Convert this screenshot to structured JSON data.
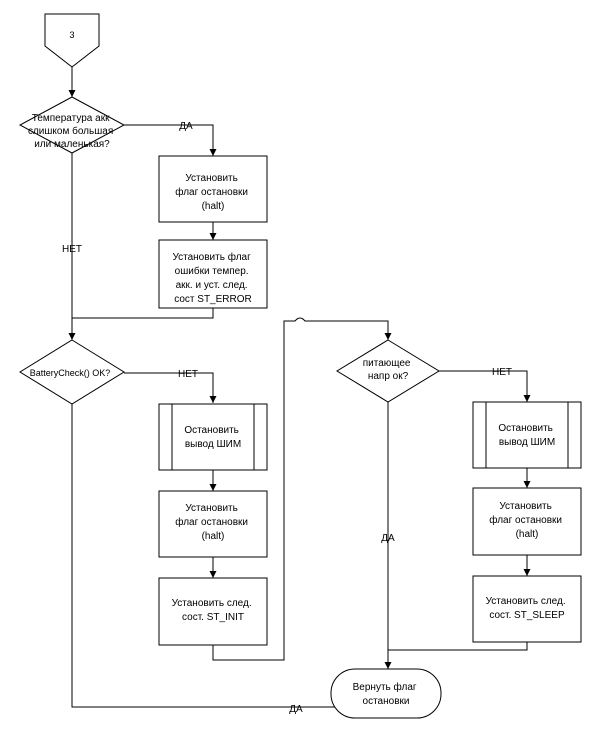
{
  "connector_top": {
    "label": "3"
  },
  "decision_temp": {
    "lines": [
      "Температура акк",
      "слишком большая",
      "или маленькая?"
    ]
  },
  "edge_temp_yes": "ДА",
  "edge_temp_no": "НЕТ",
  "box_halt_1": {
    "lines": [
      "Установить",
      "флаг остановки",
      "(halt)"
    ]
  },
  "box_temp_error": {
    "lines": [
      "Установить флаг",
      "ошибки темпер.",
      "акк. и уст. след.",
      "сост ST_ERROR"
    ]
  },
  "decision_battery": {
    "lines": [
      "BatteryCheck() OK?"
    ]
  },
  "edge_battery_no": "НЕТ",
  "edge_battery_yes": "ДА",
  "box_pwm_stop_1": {
    "lines": [
      "Остановить",
      "вывод ШИМ"
    ]
  },
  "box_halt_2": {
    "lines": [
      "Установить",
      "флаг остановки",
      "(halt)"
    ]
  },
  "box_state_init": {
    "lines": [
      "Установить след.",
      "сост. ST_INIT"
    ]
  },
  "decision_voltage": {
    "lines": [
      "питающее",
      "напр ок?"
    ]
  },
  "edge_voltage_no": "НЕТ",
  "edge_voltage_yes": "ДА",
  "box_pwm_stop_2": {
    "lines": [
      "Остановить",
      "вывод ШИМ"
    ]
  },
  "box_halt_3": {
    "lines": [
      "Установить",
      "флаг остановки",
      "(halt)"
    ]
  },
  "box_state_sleep": {
    "lines": [
      "Установить след.",
      "сост. ST_SLEEP"
    ]
  },
  "terminator_return": {
    "lines": [
      "Вернуть флаг",
      "остановки"
    ]
  }
}
